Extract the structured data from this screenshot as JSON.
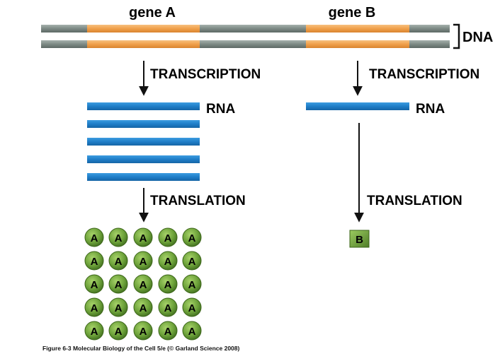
{
  "genes": {
    "a_label": "gene A",
    "b_label": "gene B"
  },
  "dna_label": "DNA",
  "process": {
    "transcription": "TRANSCRIPTION",
    "translation": "TRANSLATION",
    "rna_label": "RNA"
  },
  "proteins": {
    "a_letter": "A",
    "b_letter": "B",
    "a_count": 25,
    "b_count": 1
  },
  "rna_copies": {
    "gene_a": 5,
    "gene_b": 1
  },
  "colors": {
    "dna_backbone": "#7d8a85",
    "gene_region": "#f0a04b",
    "rna": "#1f7ec8",
    "protein_a": "#6da23a",
    "protein_b": "#6a9a3a"
  },
  "caption": "Figure 6-3  Molecular Biology of the Cell 5/e (© Garland Science 2008)"
}
